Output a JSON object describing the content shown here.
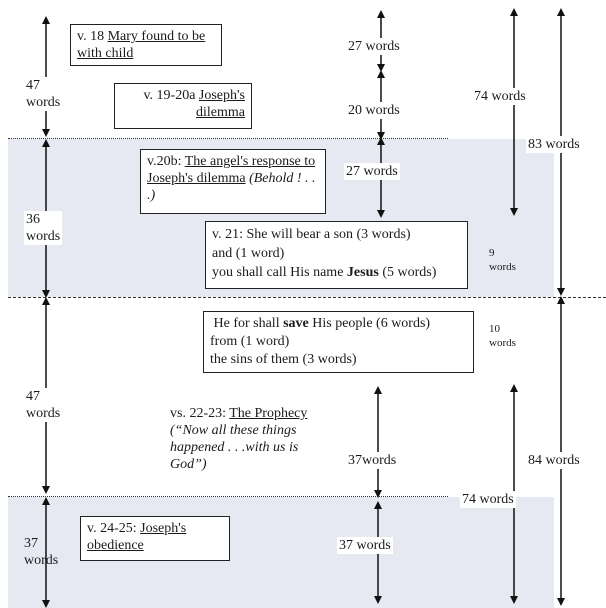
{
  "boxes": {
    "v18": {
      "ref": "v. 18 ",
      "title": "Mary found to be with child"
    },
    "v19": {
      "ref": "v. 19-20a ",
      "title": "Joseph's dilemma"
    },
    "v20b": {
      "ref": "v.20b: ",
      "title": "The angel's response to Joseph's dilemma",
      "note": " (Behold ! . . .)"
    },
    "v21": {
      "line1": "v. 21: She will bear a son (3 words)",
      "line2": "and  (1 word)",
      "line3_pre": "you shall call His name ",
      "line3_bold": "Jesus",
      "line3_post": " (5 words)"
    },
    "save": {
      "line1_pre": "He for shall ",
      "line1_bold": "save",
      "line1_post": " His people (6 words)",
      "line2": "from (1 word)",
      "line3": "the sins of them (3 words)"
    },
    "prophecy": {
      "ref": "vs. 22-23: ",
      "title": "The Prophecy",
      "quote": "(“Now all these things happened . . .with us is God”)"
    },
    "obedience": {
      "ref": "v. 24-25: ",
      "title": "Joseph's obedience"
    }
  },
  "labels": {
    "words47_top_n": "47",
    "words47_top_w": "words",
    "words36_n": "36",
    "words36_w": "words",
    "words47_bot_n": "47",
    "words47_bot_w": "words",
    "words37_left_n": "37",
    "words37_left_w": "words",
    "w27a": "27 words",
    "w20": "20 words",
    "w27b": "27 words",
    "w37": "37words",
    "w37b": "37 words",
    "w74a": "74 words",
    "w83": "83 words",
    "w84": "84 words",
    "w74b": "74 words",
    "w9_n": "9",
    "w9_w": "words",
    "w10_n": "10",
    "w10_w": "words"
  }
}
